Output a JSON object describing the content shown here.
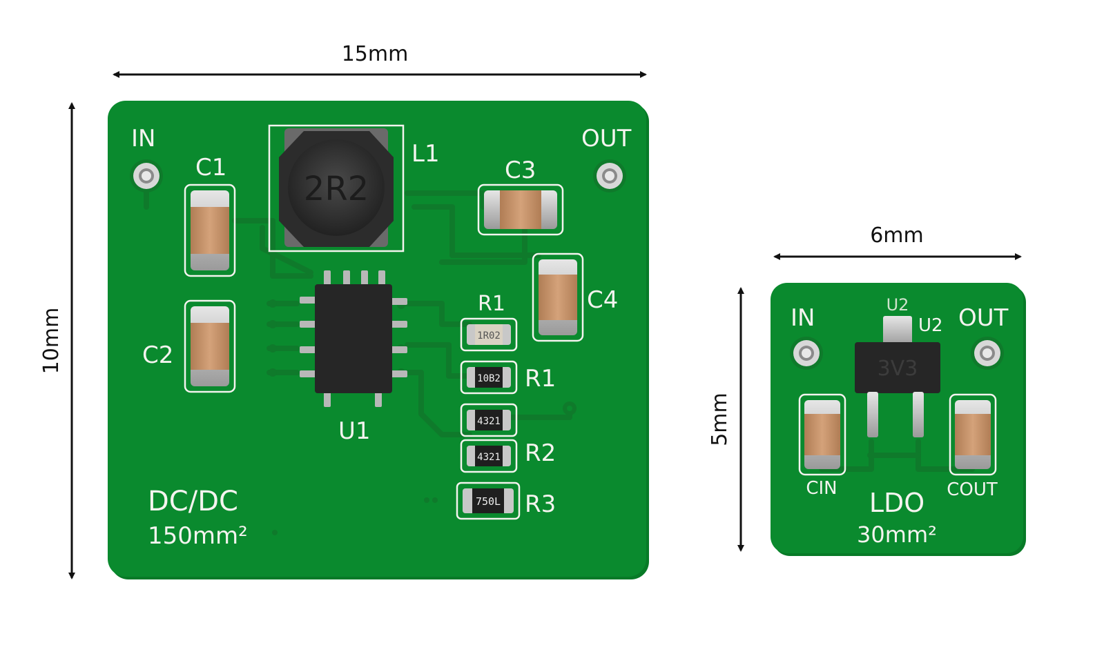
{
  "dimensions": {
    "dcdc_width": "15mm",
    "dcdc_height": "10mm",
    "ldo_width": "6mm",
    "ldo_height": "5mm"
  },
  "dcdc_board": {
    "in_label": "IN",
    "out_label": "OUT",
    "inductor_label": "L1",
    "inductor_marking": "2R2",
    "ic_label": "U1",
    "capacitors": [
      "C1",
      "C2",
      "C3",
      "C4"
    ],
    "resistor_labels": [
      "R1",
      "R1",
      "R2",
      "R3"
    ],
    "resistor_markings": [
      "1R02",
      "10B2",
      "4321",
      "4321",
      "750L"
    ],
    "title": "DC/DC",
    "area": "150mm²"
  },
  "ldo_board": {
    "in_label": "IN",
    "out_label": "OUT",
    "ic_outline_label": "U2",
    "ic_label": "U2",
    "ic_marking": "3V3",
    "cin_label": "CIN",
    "cout_label": "COUT",
    "title": "LDO",
    "area": "30mm²"
  },
  "colors": {
    "pcb": "#0a8a2e",
    "pcb_edge": "#087a27",
    "silkscreen": "#f4f4ef",
    "capacitor": "#c9956a",
    "pad": "#c8c8c8",
    "ic_body": "#2a2a2a"
  }
}
